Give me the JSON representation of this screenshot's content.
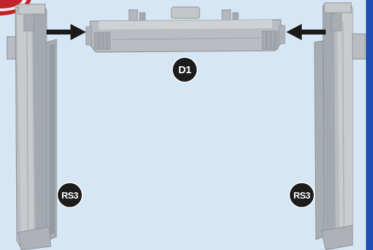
{
  "diagram": {
    "labels": {
      "center_part": "D1",
      "left_part": "RS3",
      "right_part": "RS3"
    },
    "colors": {
      "background": "#d6e6f4",
      "part_fill": "#b9bdc1",
      "part_shadow": "#8e9397",
      "part_highlight": "#d3d6d9",
      "arrow": "#1a1a1a",
      "badge": "#1c1c1c",
      "corner_tab": "#c0252b",
      "frame_right": "#1f4fb4"
    },
    "icons": [
      "arrow-right-icon",
      "arrow-left-icon"
    ]
  }
}
